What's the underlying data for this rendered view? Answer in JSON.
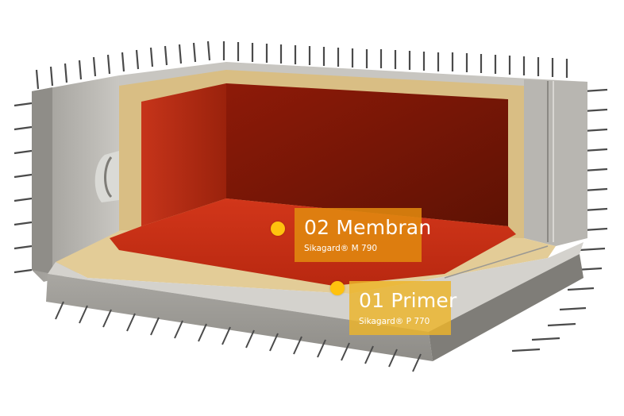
{
  "colors": {
    "callout_membrane": "#E0890F",
    "callout_primer": "#EDB52A",
    "marker": "#FFC20E",
    "membrane_red": "#C42A10",
    "primer_tan": "#D9BE84",
    "concrete": "#BDBBB6"
  },
  "layers": [
    {
      "id": "membrane",
      "title": "02 Membran",
      "product": "Sikagard® M 790"
    },
    {
      "id": "primer",
      "title": "01 Primer",
      "product": "Sikagard® P 770"
    }
  ]
}
